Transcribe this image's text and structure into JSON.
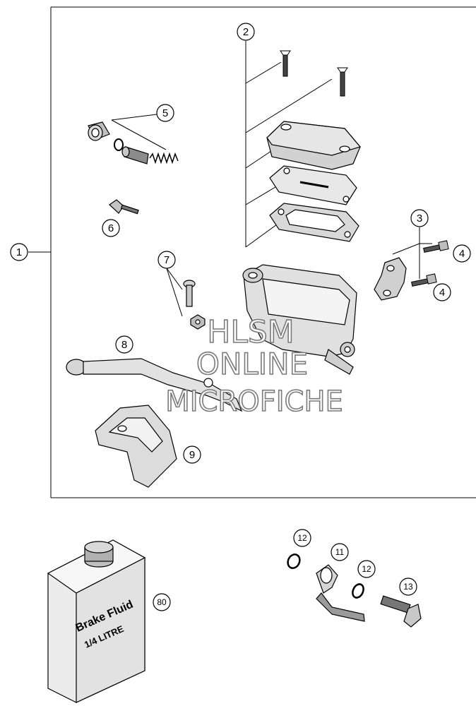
{
  "callouts": {
    "c1": "1",
    "c2": "2",
    "c3": "3",
    "c4a": "4",
    "c4b": "4",
    "c5": "5",
    "c6": "6",
    "c7": "7",
    "c8": "8",
    "c9": "9",
    "c11": "11",
    "c12a": "12",
    "c12b": "12",
    "c13": "13",
    "c80": "80"
  },
  "bottle": {
    "line1": "Brake Fluid",
    "line2": "1/4 LITRE"
  },
  "watermark": {
    "line1": "HLSM",
    "line2": "ONLINE",
    "line3": "MICROFICHE"
  }
}
